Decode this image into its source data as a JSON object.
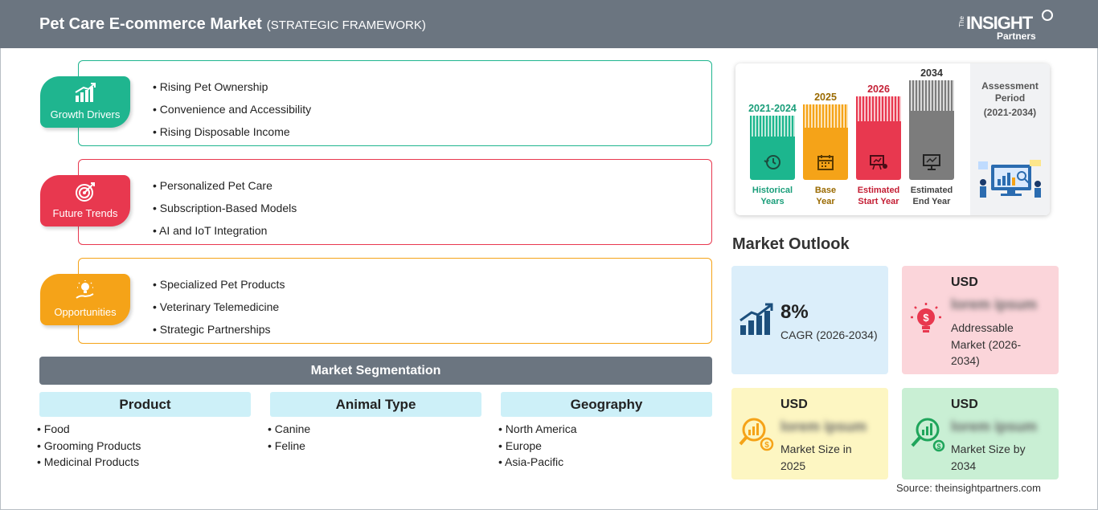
{
  "header": {
    "title": "Pet Care E-commerce Market",
    "subtitle": "(STRATEGIC FRAMEWORK)",
    "logo": {
      "the": "The",
      "insight": "INSIGHT",
      "partners": "Partners"
    }
  },
  "framework": {
    "growth_drivers": {
      "label": "Growth Drivers",
      "color": "#1fb58f",
      "items": [
        "Rising Pet Ownership",
        "Convenience and Accessibility",
        "Rising Disposable Income"
      ]
    },
    "future_trends": {
      "label": "Future Trends",
      "color": "#e8384f",
      "items": [
        "Personalized Pet Care",
        "Subscription-Based Models",
        "AI and IoT Integration"
      ]
    },
    "opportunities": {
      "label": "Opportunities",
      "color": "#f5a318",
      "items": [
        "Specialized Pet Products",
        "Veterinary Telemedicine",
        "Strategic Partnerships"
      ]
    }
  },
  "segmentation": {
    "title": "Market Segmentation",
    "columns": [
      {
        "header": "Product",
        "items": [
          "Food",
          "Grooming Products",
          "Medicinal Products"
        ]
      },
      {
        "header": "Animal Type",
        "items": [
          "Canine",
          "Feline"
        ]
      },
      {
        "header": "Geography",
        "items": [
          "North America",
          "Europe",
          "Asia-Pacific"
        ]
      }
    ]
  },
  "timeline": {
    "historical": {
      "year": "2021-2024",
      "line1": "Historical",
      "line2": "Years",
      "color": "#1cb68e"
    },
    "base": {
      "year": "2025",
      "line1": "Base",
      "line2": "Year",
      "color": "#f5a318"
    },
    "start": {
      "year": "2026",
      "line1": "Estimated",
      "line2": "Start Year",
      "color": "#e8384f"
    },
    "end": {
      "year": "2034",
      "line1": "Estimated",
      "line2": "End Year",
      "color": "#7c7c7c"
    },
    "assessment_line1": "Assessment",
    "assessment_line2": "Period",
    "assessment_range": "(2021-2034)"
  },
  "outlook": {
    "title": "Market Outlook",
    "cagr": {
      "value": "8%",
      "label": "CAGR (2026-2034)",
      "bg": "#dbeefa"
    },
    "addressable": {
      "currency": "USD",
      "value": "lorem ipsum",
      "line1": "Addressable",
      "line2": "Market (2026-",
      "line3": "2034)",
      "bg": "#fbd5da"
    },
    "size_2025": {
      "currency": "USD",
      "value": "lorem ipsum",
      "line1": "Market Size in",
      "line2": "2025",
      "bg": "#fdf6c2"
    },
    "size_2034": {
      "currency": "USD",
      "value": "lorem ipsum",
      "line1": "Market Size by",
      "line2": "2034",
      "bg": "#c9efd4"
    }
  },
  "source": "Source: theinsightpartners.com"
}
